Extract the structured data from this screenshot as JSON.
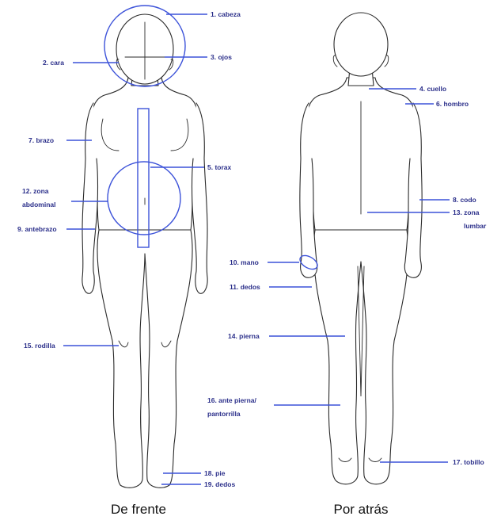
{
  "front": {
    "caption": "De frente",
    "labels": {
      "cabeza": "1. cabeza",
      "cara": "2. cara",
      "ojos": "3. ojos",
      "torax": "5. torax",
      "brazo": "7. brazo",
      "antebrazo": "9. antebrazo",
      "zona_abdominal_1": "12. zona",
      "zona_abdominal_2": "abdominal",
      "rodilla": "15. rodilla",
      "pie": "18. pie",
      "dedos_pie": "19. dedos"
    }
  },
  "back": {
    "caption": "Por atrás",
    "labels": {
      "cuello": "4. cuello",
      "hombro": "6. hombro",
      "codo": "8. codo",
      "mano": "10. mano",
      "dedos": "11. dedos",
      "zona_lumbar_1": "13. zona",
      "zona_lumbar_2": "lumbar",
      "pierna": "14. pierna",
      "ante_pierna_1": "16. ante pierna/",
      "ante_pierna_2": "pantorrilla",
      "tobillo": "17. tobillo"
    }
  },
  "colors": {
    "pointer": "#3c52d9",
    "label": "#2b2f8a",
    "outline": "#2a2a2a"
  }
}
